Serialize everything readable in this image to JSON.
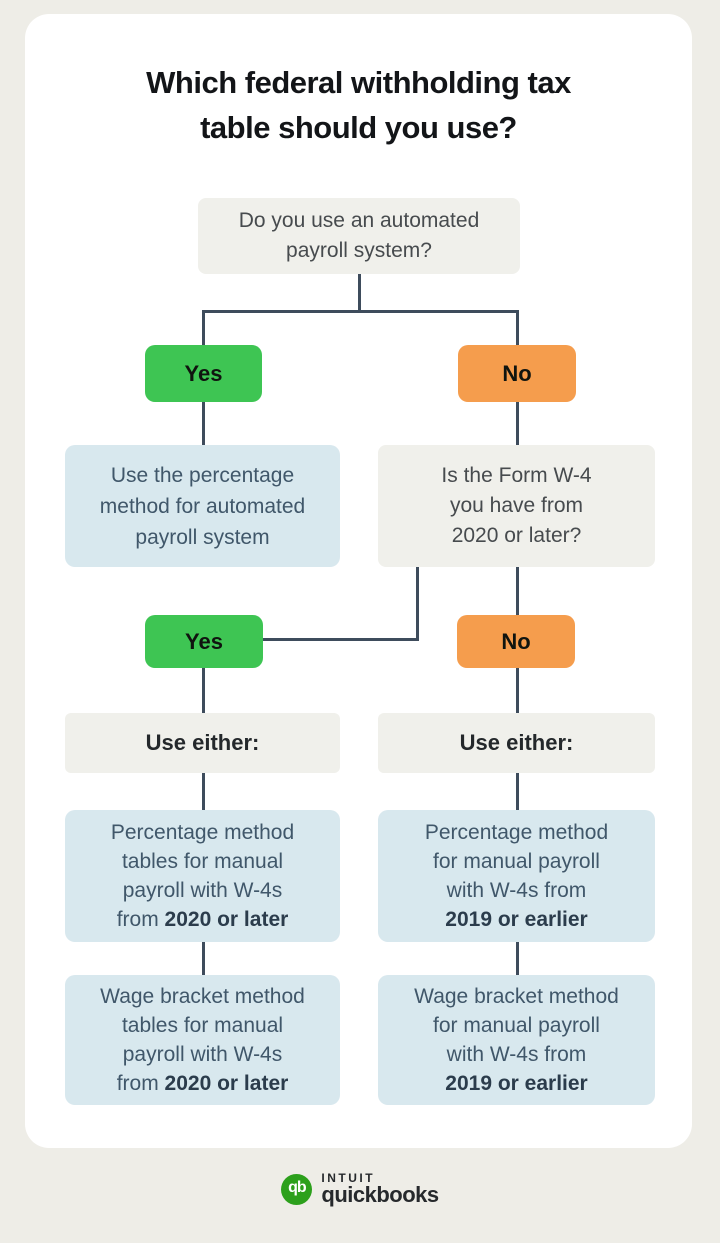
{
  "title": {
    "line1": "Which federal withholding tax",
    "line2": "table should you use?"
  },
  "colors": {
    "page_background": "#eeede7",
    "card_background": "#ffffff",
    "question_box": "#f0f0eb",
    "result_box": "#d8e8ee",
    "yes_green": "#3ec553",
    "no_orange": "#f59d4d",
    "connector_line": "#3e4c5c",
    "logo_green": "#2ca01c"
  },
  "flowchart": {
    "q_automated": {
      "line1": "Do you use an automated",
      "line2": "payroll system?"
    },
    "yes1_label": "Yes",
    "no1_label": "No",
    "result_automated": {
      "line1": "Use the percentage",
      "line2": "method for automated",
      "line3": "payroll system"
    },
    "q_w4": {
      "line1": "Is the Form W-4",
      "line2": "you have from",
      "line3": "2020 or later?"
    },
    "yes2_label": "Yes",
    "no2_label": "No",
    "use_either_left": "Use either:",
    "use_either_right": "Use either:",
    "pct_left": {
      "line1": "Percentage method",
      "line2": "tables for manual",
      "line3": "payroll with W-4s",
      "line4_prefix": "from ",
      "line4_bold": "2020 or later"
    },
    "pct_right": {
      "line1": "Percentage method",
      "line2": "for manual payroll",
      "line3": "with W-4s from",
      "line4_prefix": "",
      "line4_bold": "2019 or earlier"
    },
    "wage_left": {
      "line1": "Wage bracket method",
      "line2": "tables for manual",
      "line3": "payroll with W-4s",
      "line4_prefix": "from ",
      "line4_bold": "2020 or later"
    },
    "wage_right": {
      "line1": "Wage bracket method",
      "line2": "for manual payroll",
      "line3": "with W-4s from",
      "line4_prefix": "",
      "line4_bold": "2019 or earlier"
    }
  },
  "footer": {
    "logo_monogram": "qb",
    "brand_top": "INTUIT",
    "brand_bottom": "quickbooks"
  }
}
